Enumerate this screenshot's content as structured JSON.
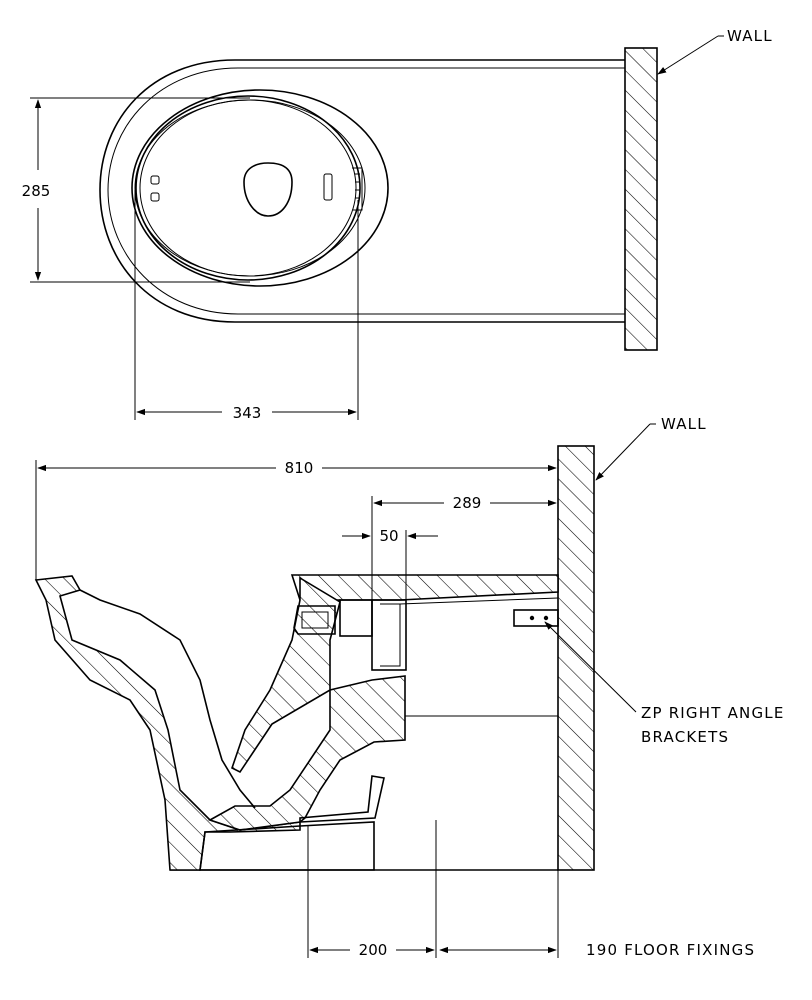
{
  "plan_view": {
    "wall_label": "WALL",
    "dim_width": "285",
    "dim_bowl_length": "343"
  },
  "side_view": {
    "wall_label": "WALL",
    "dim_overall": "810",
    "dim_outlet_to_wall": "289",
    "dim_outlet": "50",
    "bracket_label_line1": "ZP RIGHT ANGLE",
    "bracket_label_line2": "BRACKETS",
    "dim_fixing_a": "200",
    "dim_fixing_b_label": "190 FLOOR FIXINGS"
  }
}
